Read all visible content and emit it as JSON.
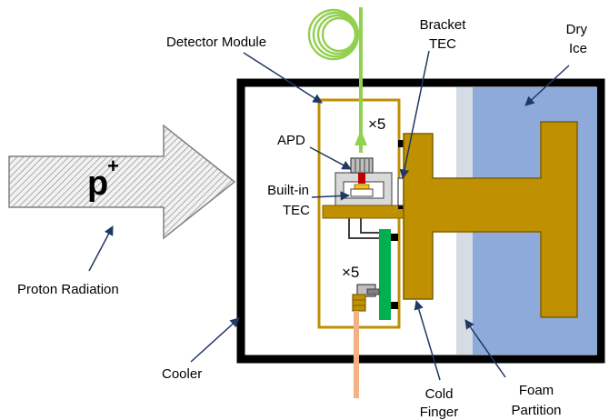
{
  "labels": {
    "detector_module": "Detector Module",
    "bracket_tec_line1": "Bracket",
    "bracket_tec_line2": "TEC",
    "dry_ice_line1": "Dry",
    "dry_ice_line2": "Ice",
    "apd": "APD",
    "builtin_tec_line1": "Built-in",
    "builtin_tec_line2": "TEC",
    "multiplier_top": "×5",
    "multiplier_bottom": "×5",
    "proton_symbol": "p",
    "proton_charge": "+",
    "proton_radiation": "Proton Radiation",
    "cooler": "Cooler",
    "cold_finger_line1": "Cold",
    "cold_finger_line2": "Finger",
    "foam_partition_line1": "Foam",
    "foam_partition_line2": "Partition"
  },
  "colors": {
    "cooler_wall": "#000000",
    "dry_ice": "#8eaadb",
    "foam_partition": "#d6dce4",
    "cold_finger": "#bf9000",
    "module_frame": "#bf9000",
    "fiber": "#92d050",
    "coax_cable": "#f4b183",
    "pcb": "#00b050",
    "arrow_annotation": "#1f3864"
  }
}
